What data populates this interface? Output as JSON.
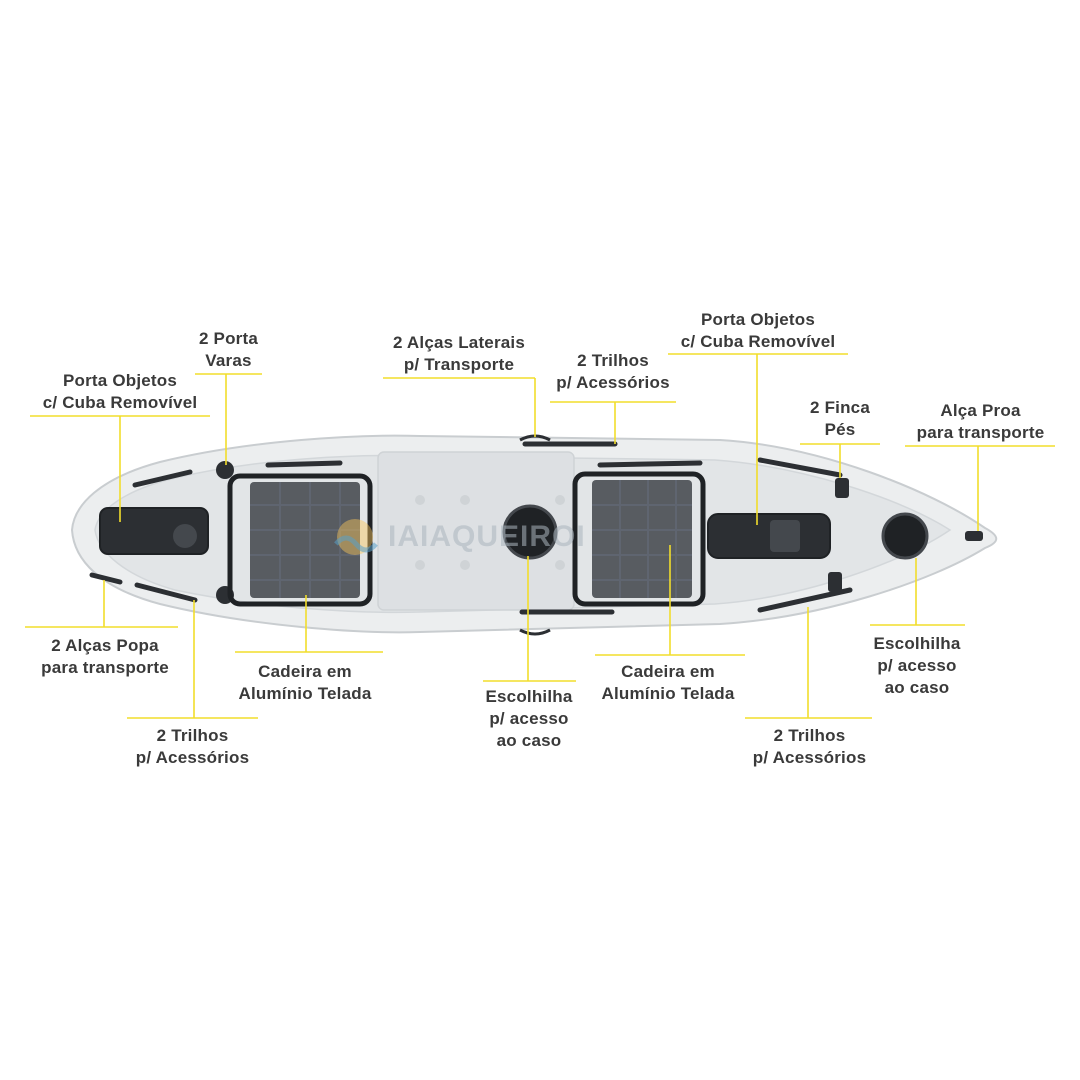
{
  "colors": {
    "background": "#ffffff",
    "leader_line": "#f2dd2c",
    "label_text": "#3a3a3a",
    "hull": "#eceeef",
    "hull_edge": "#c9cdd0",
    "deck": "#e2e5e7",
    "fittings": "#2c2f33",
    "seat_frame": "#1f2225"
  },
  "watermark": {
    "text": "IAIAQUEIROI",
    "logo": "wave-logo"
  },
  "labels": {
    "porta_objetos_rear": [
      "Porta Objetos",
      "c/ Cuba Removível"
    ],
    "porta_varas": [
      "2 Porta",
      "Varas"
    ],
    "alcas_laterais": [
      "2 Alças Laterais",
      "p/ Transporte"
    ],
    "trilhos_top": [
      "2 Trilhos",
      "p/ Acessórios"
    ],
    "porta_objetos_front": [
      "Porta Objetos",
      "c/ Cuba Removível"
    ],
    "finca_pes": [
      "2 Finca",
      "Pés"
    ],
    "alca_proa": [
      "Alça Proa",
      "para transporte"
    ],
    "alcas_popa": [
      "2 Alças Popa",
      "para transporte"
    ],
    "cadeira_rear": [
      "Cadeira em",
      "Alumínio Telada"
    ],
    "escolhilha_center": [
      "Escolhilha",
      "p/ acesso",
      "ao caso"
    ],
    "cadeira_front": [
      "Cadeira em",
      "Alumínio Telada"
    ],
    "escolhilha_bow": [
      "Escolhilha",
      "p/ acesso",
      "ao caso"
    ],
    "trilhos_bottom_left": [
      "2 Trilhos",
      "p/ Acessórios"
    ],
    "trilhos_bottom_right": [
      "2 Trilhos",
      "p/ Acessórios"
    ]
  }
}
